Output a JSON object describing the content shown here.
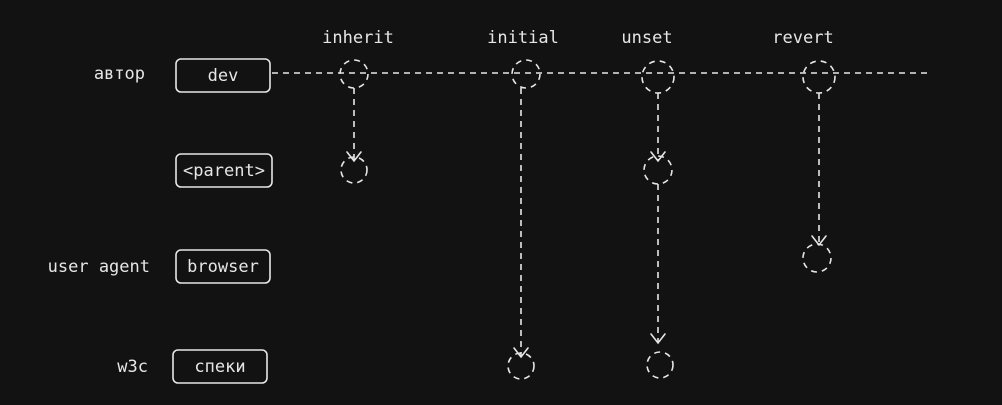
{
  "colors": {
    "background": "#121212",
    "stroke": "#e6e6e6"
  },
  "rows": [
    {
      "side_label": "автор",
      "box_label": "dev"
    },
    {
      "side_label": "",
      "box_label": "<parent>"
    },
    {
      "side_label": "user agent",
      "box_label": "browser"
    },
    {
      "side_label": "w3c",
      "box_label": "спеки"
    }
  ],
  "columns": [
    {
      "label": "inherit",
      "resolves_to": "<parent>"
    },
    {
      "label": "initial",
      "resolves_to": "спеки"
    },
    {
      "label": "unset",
      "resolves_to": "<parent> / спеки"
    },
    {
      "label": "revert",
      "resolves_to": "browser"
    }
  ]
}
